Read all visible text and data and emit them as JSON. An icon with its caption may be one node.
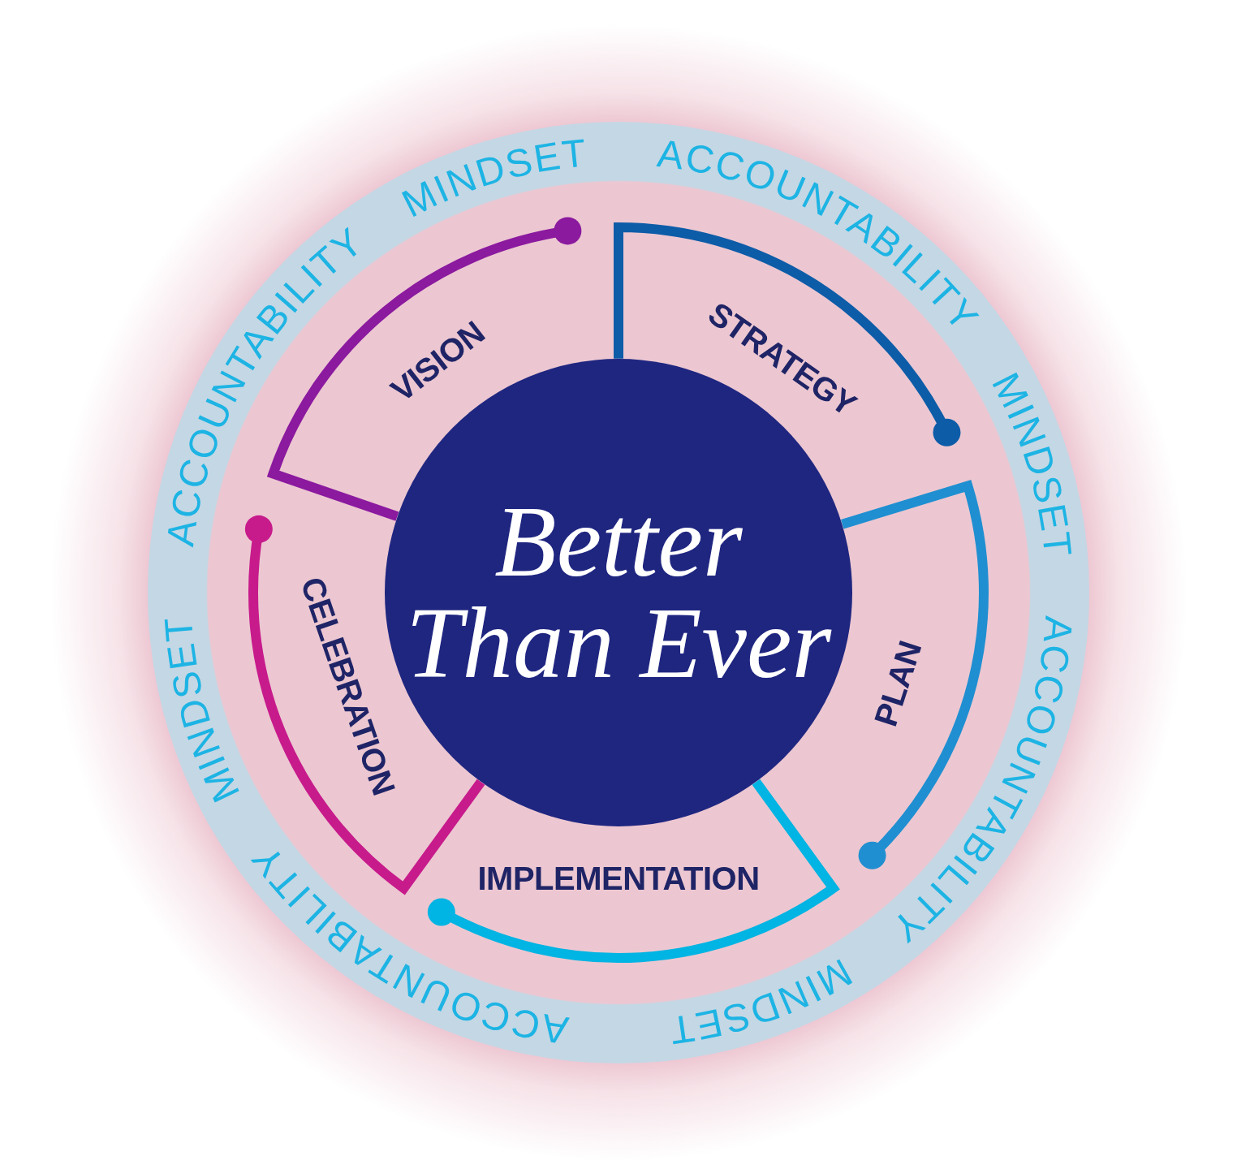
{
  "diagram": {
    "nodes": [
      {
        "text": [
          "MINDSET",
          "ACCOUNTABILITY",
          "MINDSET",
          "ACCOUNTABILITY",
          "MINDSET",
          "ACCOUNTABILITY",
          "MINDSET",
          "ACCOUNTABILITY"
        ]
      },
      {
        "text": [
          "Better Than Ever"
        ],
        "in": 0
      },
      {
        "text": [
          "VISION"
        ],
        "in": 0
      },
      {
        "text": [
          "STRATEGY"
        ],
        "in": 0
      },
      {
        "text": [
          "PLAN"
        ],
        "in": 0
      },
      {
        "text": [
          "IMPLEMENTATION"
        ],
        "in": 0
      },
      {
        "text": [
          "CELEBRATION"
        ],
        "in": 0
      }
    ]
  }
}
